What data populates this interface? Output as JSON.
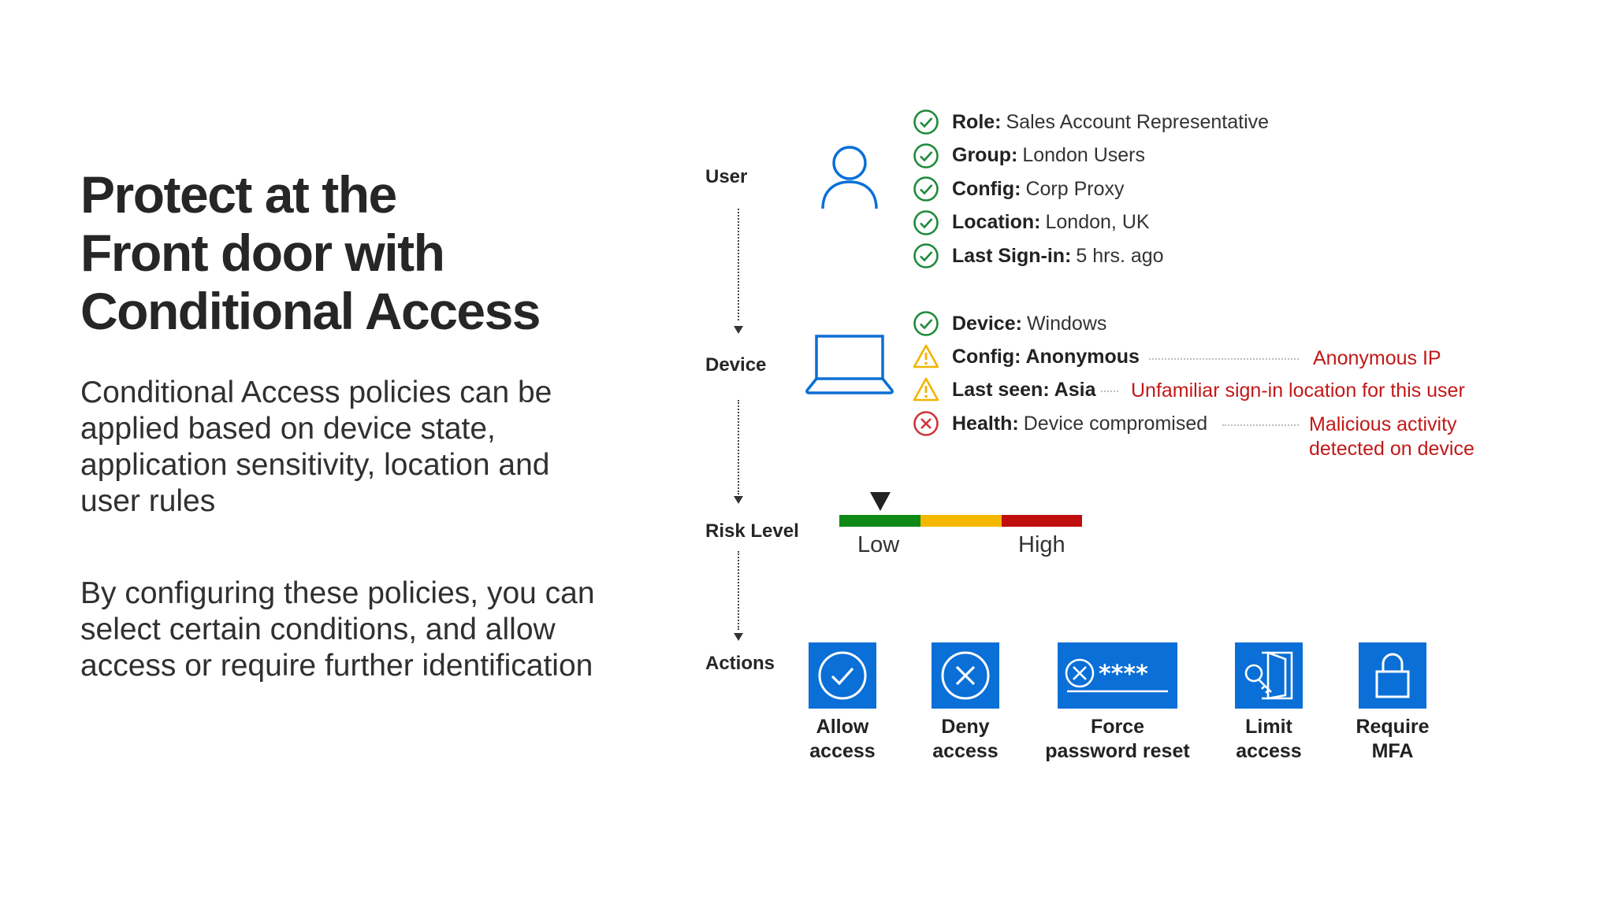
{
  "title_lines": [
    "Protect at the",
    "Front door with",
    "Conditional Access"
  ],
  "paragraphs": [
    "Conditional Access policies can be applied based on device state, application sensitivity, location and user rules",
    "By configuring these policies, you can select certain conditions, and allow access or require further identification"
  ],
  "stages": {
    "user": "User",
    "device": "Device",
    "risk": "Risk Level",
    "actions": "Actions"
  },
  "user_checks": [
    {
      "label": "Role:",
      "value": "Sales Account Representative",
      "status": "check"
    },
    {
      "label": "Group:",
      "value": "London Users",
      "status": "check"
    },
    {
      "label": "Config:",
      "value": "Corp Proxy",
      "status": "check"
    },
    {
      "label": "Location:",
      "value": "London, UK",
      "status": "check"
    },
    {
      "label": "Last Sign-in:",
      "value": "5 hrs. ago",
      "status": "check"
    }
  ],
  "device_checks": [
    {
      "label": "Device:",
      "value": "Windows",
      "status": "check"
    },
    {
      "label": "Config: Anonymous",
      "value": "",
      "status": "warning"
    },
    {
      "label": "Last seen: Asia",
      "value": "",
      "status": "warning"
    },
    {
      "label": "Health:",
      "value": "Device compromised",
      "status": "error"
    }
  ],
  "device_notes": {
    "anonymous_ip": "Anonymous IP",
    "unfamiliar_location": "Unfamiliar sign-in location for this user",
    "malicious_line1": "Malicious activity",
    "malicious_line2": "detected on device"
  },
  "risk_scale": {
    "low": "Low",
    "high": "High",
    "level": 0.17,
    "colors": [
      "#0f8a16",
      "#f5b800",
      "#c00d0d"
    ]
  },
  "actions": [
    {
      "line1": "Allow",
      "line2": "access",
      "icon": "check-circle-icon"
    },
    {
      "line1": "Deny",
      "line2": "access",
      "icon": "x-circle-icon"
    },
    {
      "line1": "Force",
      "line2": "password reset",
      "icon": "password-reset-icon",
      "glyph": "****"
    },
    {
      "line1": "Limit",
      "line2": "access",
      "icon": "limited-access-icon"
    },
    {
      "line1": "Require",
      "line2": "MFA",
      "icon": "lock-icon"
    }
  ],
  "colors": {
    "accent": "#0a6fd6",
    "check": "#1e8a3a",
    "warning": "#f0b400",
    "error": "#d13438",
    "note": "#c21818"
  }
}
